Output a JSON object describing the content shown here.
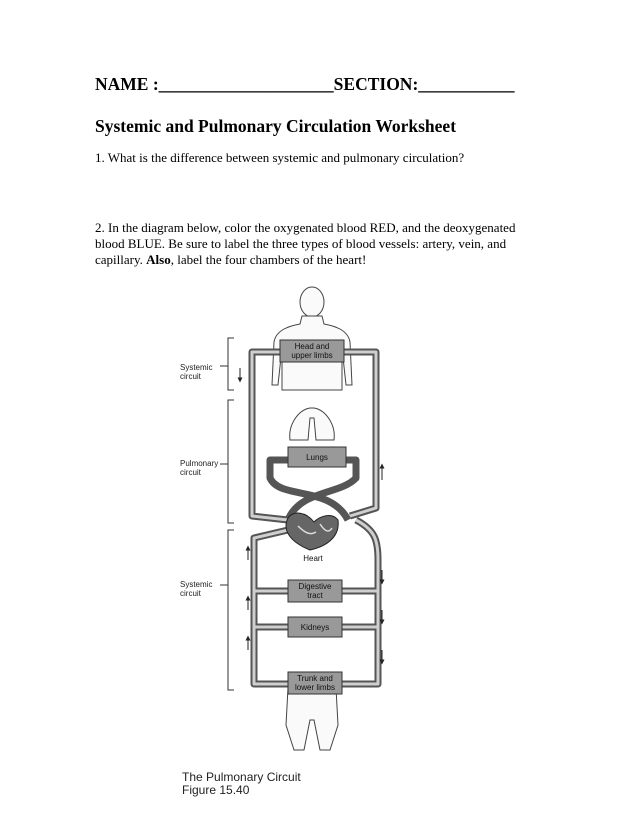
{
  "header": {
    "name_label": "NAME :",
    "name_blank": "____________________",
    "section_label": "SECTION:",
    "section_blank": "___________"
  },
  "title": "Systemic and Pulmonary Circulation Worksheet",
  "question1": "1. What is the difference between systemic and pulmonary circulation?",
  "question2": {
    "part1": "2. In the diagram below, color the oxygenated blood RED, and the deoxygenated blood BLUE. Be sure to label the three types of blood vessels: artery, vein, and capillary. ",
    "bold_word": "Also",
    "part2": ", label the four chambers of the heart!"
  },
  "diagram": {
    "side_labels": {
      "systemic_top_1": "Systemic",
      "systemic_top_2": "circuit",
      "pulmonary_1": "Pulmonary",
      "pulmonary_2": "circuit",
      "systemic_bottom_1": "Systemic",
      "systemic_bottom_2": "circuit"
    },
    "boxes": {
      "head_1": "Head and",
      "head_2": "upper limbs",
      "lungs": "Lungs",
      "heart": "Heart",
      "digestive_1": "Digestive",
      "digestive_2": "tract",
      "kidneys": "Kidneys",
      "trunk_1": "Trunk and",
      "trunk_2": "lower limbs"
    }
  },
  "caption": {
    "line1": "The Pulmonary Circuit",
    "line2": "Figure 15.40"
  }
}
